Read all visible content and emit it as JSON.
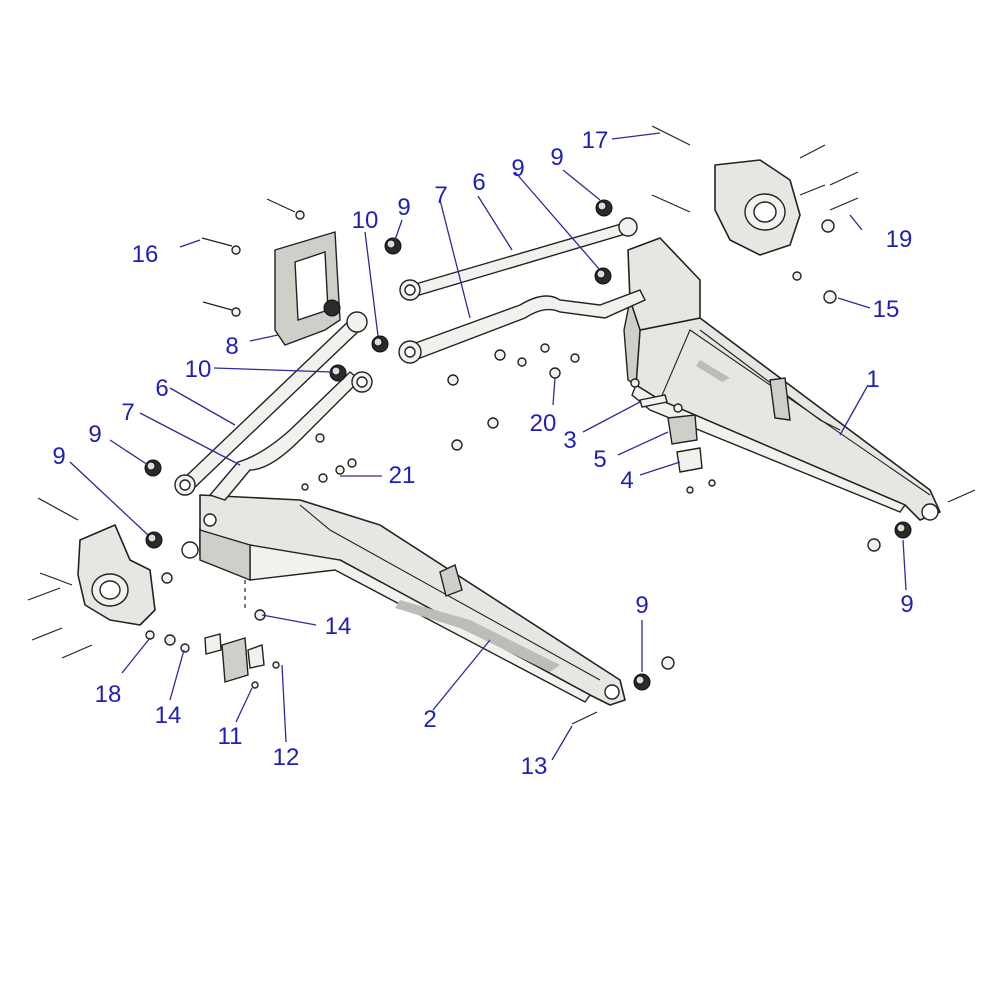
{
  "callouts": [
    {
      "id": "c1",
      "text": "1"
    },
    {
      "id": "c2",
      "text": "2"
    },
    {
      "id": "c3",
      "text": "3"
    },
    {
      "id": "c4",
      "text": "4"
    },
    {
      "id": "c5",
      "text": "5"
    },
    {
      "id": "c6a",
      "text": "6"
    },
    {
      "id": "c6b",
      "text": "6"
    },
    {
      "id": "c7a",
      "text": "7"
    },
    {
      "id": "c7b",
      "text": "7"
    },
    {
      "id": "c8",
      "text": "8"
    },
    {
      "id": "c9a",
      "text": "9"
    },
    {
      "id": "c9b",
      "text": "9"
    },
    {
      "id": "c9c",
      "text": "9"
    },
    {
      "id": "c9d",
      "text": "9"
    },
    {
      "id": "c9e",
      "text": "9"
    },
    {
      "id": "c9f",
      "text": "9"
    },
    {
      "id": "c9g",
      "text": "9"
    },
    {
      "id": "c10a",
      "text": "10"
    },
    {
      "id": "c10b",
      "text": "10"
    },
    {
      "id": "c11",
      "text": "11"
    },
    {
      "id": "c12",
      "text": "12"
    },
    {
      "id": "c13",
      "text": "13"
    },
    {
      "id": "c14a",
      "text": "14"
    },
    {
      "id": "c14b",
      "text": "14"
    },
    {
      "id": "c15",
      "text": "15"
    },
    {
      "id": "c16",
      "text": "16"
    },
    {
      "id": "c17",
      "text": "17"
    },
    {
      "id": "c18",
      "text": "18"
    },
    {
      "id": "c19",
      "text": "19"
    },
    {
      "id": "c20",
      "text": "20"
    },
    {
      "id": "c21",
      "text": "21"
    }
  ],
  "colors": {
    "callout_text": "#1f1fb5",
    "leader_line": "#2b2b9a",
    "part_fill": "#e6e6e2",
    "outline": "#222222"
  }
}
